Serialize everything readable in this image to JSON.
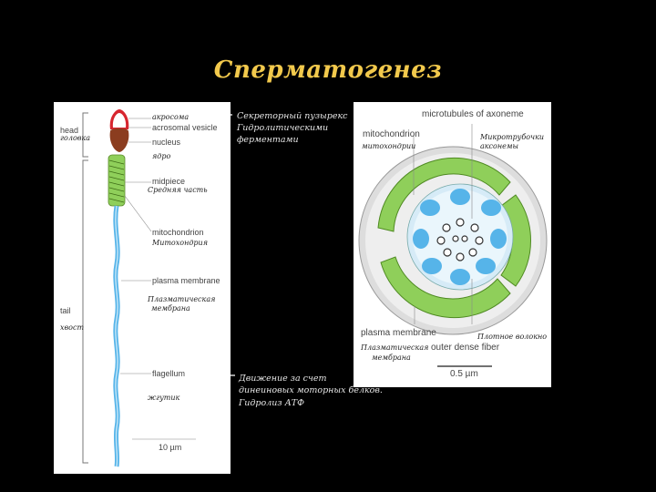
{
  "title": "Сперматогенез",
  "left_labels": {
    "head": "head",
    "head_ru": "головка",
    "acrosome_ru": "акросома",
    "acrosomal_vesicle": "acrosomal vesicle",
    "nucleus": "nucleus",
    "nucleus_ru": "ядро",
    "midpiece": "midpiece",
    "midpiece_ru": "Средняя часть",
    "mitochondrion": "mitochondrion",
    "mitochondrion_ru": "Митохондрия",
    "plasma_membrane": "plasma membrane",
    "plasma_membrane_ru_1": "Плазматическая",
    "plasma_membrane_ru_2": "мембрана",
    "tail": "tail",
    "tail_ru": "хвост",
    "flagellum": "flagellum",
    "flagellum_ru": "жгутик",
    "scale": "10 µm"
  },
  "right_labels": {
    "microtubules": "microtubules of axoneme",
    "mitochondrion": "mitochondrion",
    "mitochondrion_ru": "митохондрии",
    "microtubules_ru_1": "Микротрубочки",
    "microtubules_ru_2": "аксонемы",
    "plasma_membrane": "plasma membrane",
    "plasma_membrane_ru_1": "Плазматическая",
    "plasma_membrane_ru_2": "мембрана",
    "outer_dense_fiber": "outer dense fiber",
    "outer_dense_fiber_ru": "Плотное волокно",
    "scale": "0.5 µm"
  },
  "notes": {
    "secretory_1": "Секреторный пузырекс",
    "secretory_2": "Гидролитическими",
    "secretory_3": "ферментами",
    "movement_1": "Движение за счет",
    "movement_2": "динеиновых моторных белков.",
    "movement_3": "Гидролиз АТФ"
  },
  "colors": {
    "title": "#f2c94c",
    "green": "#8fcf5a",
    "blue": "#56b4e9",
    "acrosome": "#d7262f",
    "nucleus": "#8b3d1f"
  }
}
